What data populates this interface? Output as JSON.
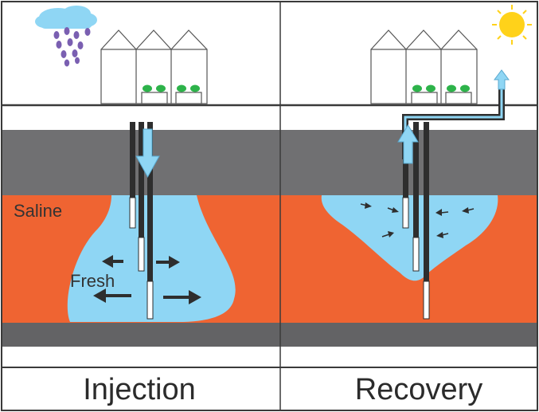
{
  "labels": {
    "saline": "Saline",
    "fresh": "Fresh"
  },
  "panels": [
    {
      "title": "Injection"
    },
    {
      "title": "Recovery"
    }
  ],
  "icons": {
    "weather_left": "rain-cloud-icon",
    "weather_right": "sun-icon",
    "buildings": "greenhouse-icon"
  },
  "colors": {
    "saline_aquifer": "#ef6432",
    "fresh_water": "#8fd6f4",
    "confining_layer": "#707072",
    "well_casing": "#2e2e2e",
    "rain_cloud": "#8fd6f4",
    "rain_drops": "#7a5fb1",
    "sun": "#ffd21a",
    "plants": "#2db34a"
  }
}
